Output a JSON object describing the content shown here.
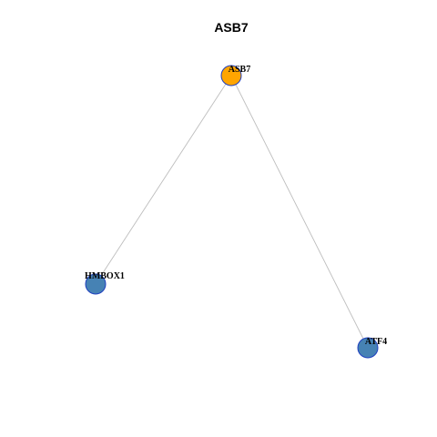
{
  "title": "ASB7",
  "colors": {
    "hub_fill": "#FFA500",
    "node_fill": "#4682B4",
    "node_stroke": "#1E3FBF",
    "edge": "#BDBDBD"
  },
  "nodes": [
    {
      "id": "ASB7",
      "label": "ASB7",
      "role": "hub"
    },
    {
      "id": "HMBOX1",
      "label": "HMBOX1",
      "role": "neighbor"
    },
    {
      "id": "ATF4",
      "label": "ATF4",
      "role": "neighbor"
    }
  ],
  "edges": [
    {
      "source": "ASB7",
      "target": "HMBOX1"
    },
    {
      "source": "ASB7",
      "target": "ATF4"
    }
  ]
}
